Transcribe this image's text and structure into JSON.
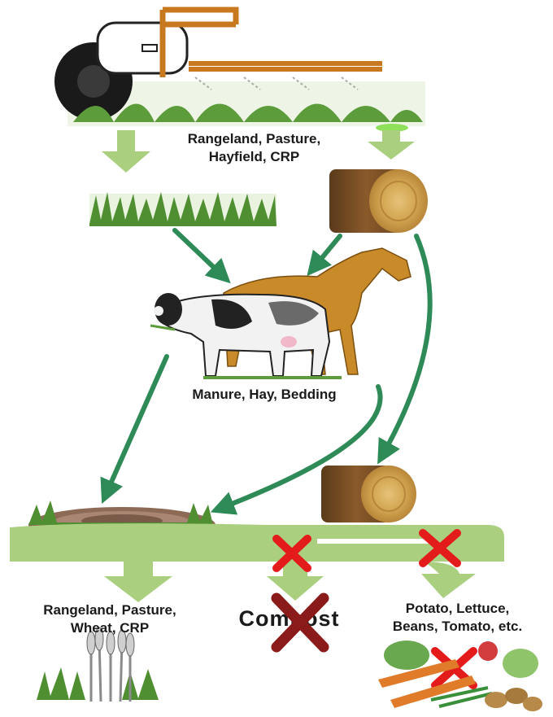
{
  "labels": {
    "source_land": [
      "Rangeland, Pasture,",
      "Hayfield, CRP"
    ],
    "animals_output": "Manure, Hay, Bedding",
    "crops_ok": [
      "Rangeland, Pasture,",
      "Wheat, CRP"
    ],
    "compost": "Compost",
    "vegetables": [
      "Potato, Lettuce,",
      "Beans, Tomato, etc."
    ]
  },
  "colors": {
    "light_arrow": "#a9cf7f",
    "green_arrow": "#2e8b57",
    "red_x": "#e31b1b",
    "dark_red_x": "#8b1a1a",
    "grass": "#5d9c3a",
    "hay": "#c9a24a"
  },
  "icons": [
    "tractor-sprayer",
    "grass",
    "hay-bale",
    "cow",
    "horse",
    "manure-pile",
    "wheat",
    "vegetables",
    "x-mark"
  ]
}
